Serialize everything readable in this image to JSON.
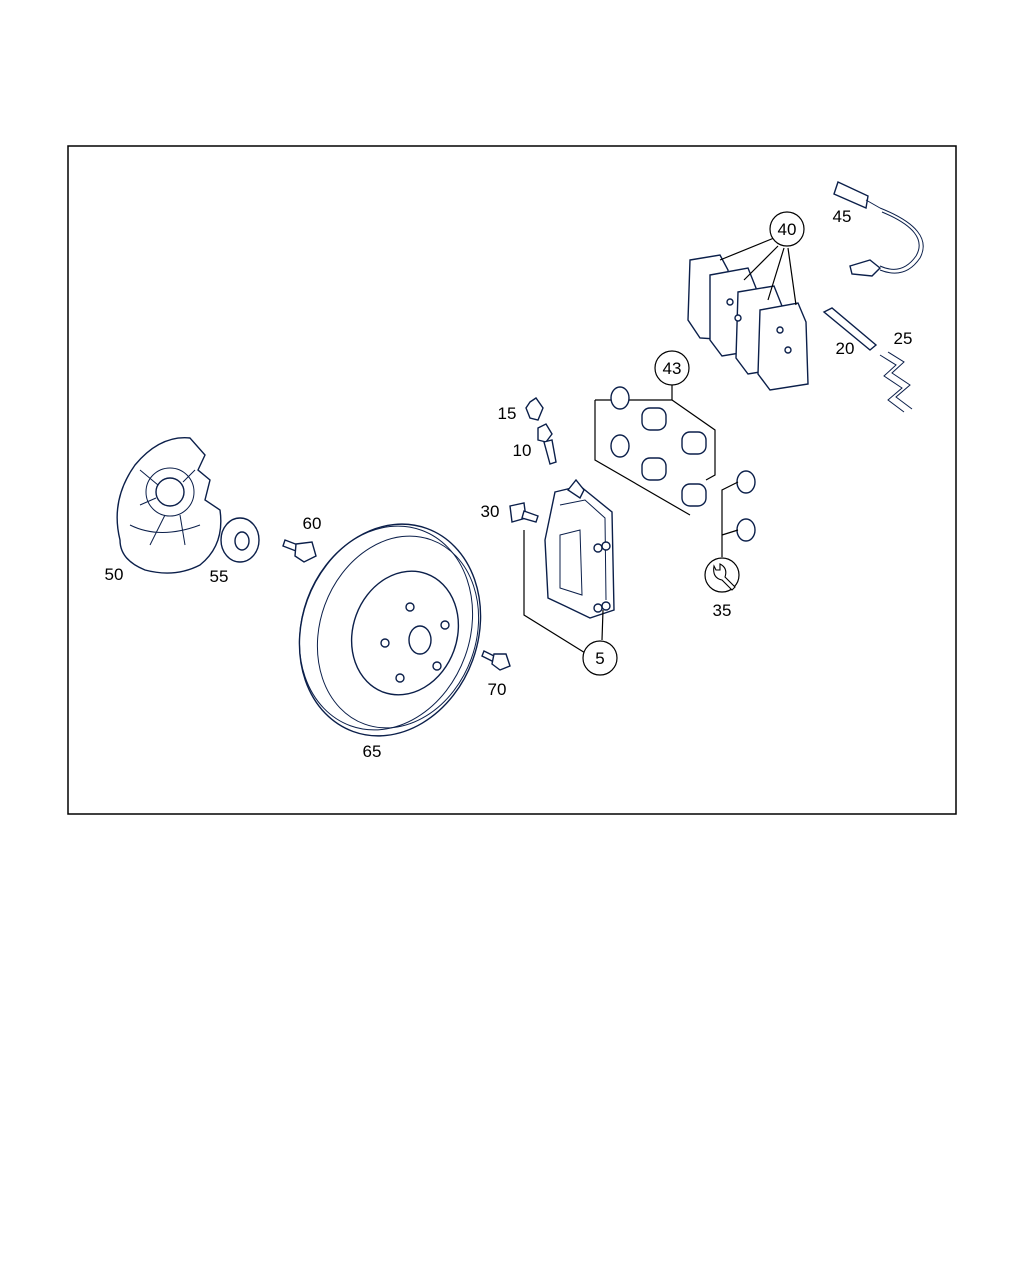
{
  "callouts": {
    "c5": "5",
    "c10": "10",
    "c15": "15",
    "c20": "20",
    "c25": "25",
    "c30": "30",
    "c35": "35",
    "c40": "40",
    "c43": "43",
    "c45": "45",
    "c50": "50",
    "c55": "55",
    "c60": "60",
    "c65": "65",
    "c70": "70"
  },
  "icons": {
    "c35_symbol": "wrench-icon"
  },
  "colors": {
    "parts": "#0b1f4a",
    "frame": "#000000"
  }
}
